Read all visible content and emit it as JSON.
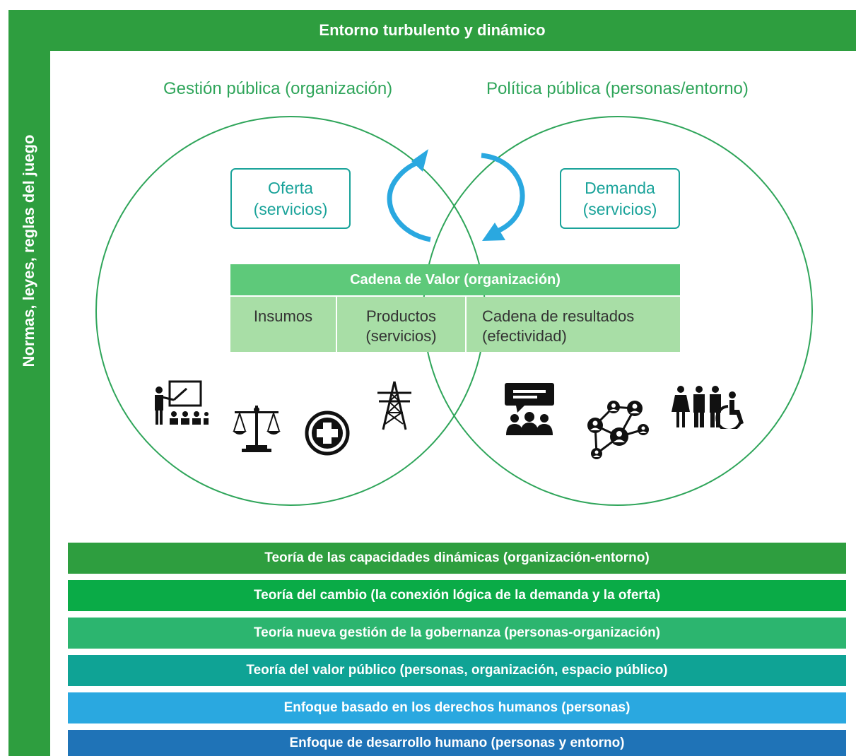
{
  "header": {
    "title": "Entorno turbulento y dinámico"
  },
  "side": {
    "label": "Normas, leyes, reglas del juego"
  },
  "circles": {
    "left_title": "Gestión pública (organización)",
    "right_title": "Política pública (personas/entorno)"
  },
  "boxes": {
    "oferta": {
      "line1": "Oferta",
      "line2": "(servicios)"
    },
    "demanda": {
      "line1": "Demanda",
      "line2": "(servicios)"
    }
  },
  "chain": {
    "title": "Cadena de Valor (organización)",
    "insumos": "Insumos",
    "productos_line1": "Productos",
    "productos_line2": "(servicios)",
    "resultados_line1": "Cadena de resultados",
    "resultados_line2": "(efectividad)"
  },
  "theories": [
    {
      "label": "Teoría de las capacidades dinámicas (organización-entorno)",
      "color": "#2e9e3f"
    },
    {
      "label": "Teoría del cambio (la conexión lógica de la demanda y la oferta)",
      "color": "#0aab47"
    },
    {
      "label": "Teoría nueva gestión de la gobernanza (personas-organización)",
      "color": "#2cb56f"
    },
    {
      "label": "Teoría del valor público (personas, organización, espacio público)",
      "color": "#0fa395"
    },
    {
      "label": "Enfoque basado en los derechos humanos (personas)",
      "color": "#2aa8e0"
    },
    {
      "label": "Enfoque de desarrollo humano (personas y entorno)",
      "color": "#1f73b7"
    }
  ],
  "icons": {
    "left": [
      "teacher-presentation-icon",
      "scales-of-justice-icon",
      "medical-cross-icon",
      "power-tower-icon"
    ],
    "right": [
      "community-discussion-icon",
      "social-network-icon",
      "diverse-people-accessibility-icon"
    ]
  },
  "colors": {
    "frame": "#2e9e3f",
    "circle": "#2fa55a",
    "box": "#1aa39a",
    "arrow": "#2aa8e0",
    "chain_header": "#5ec97a",
    "chain_cell": "#a8dea6"
  }
}
